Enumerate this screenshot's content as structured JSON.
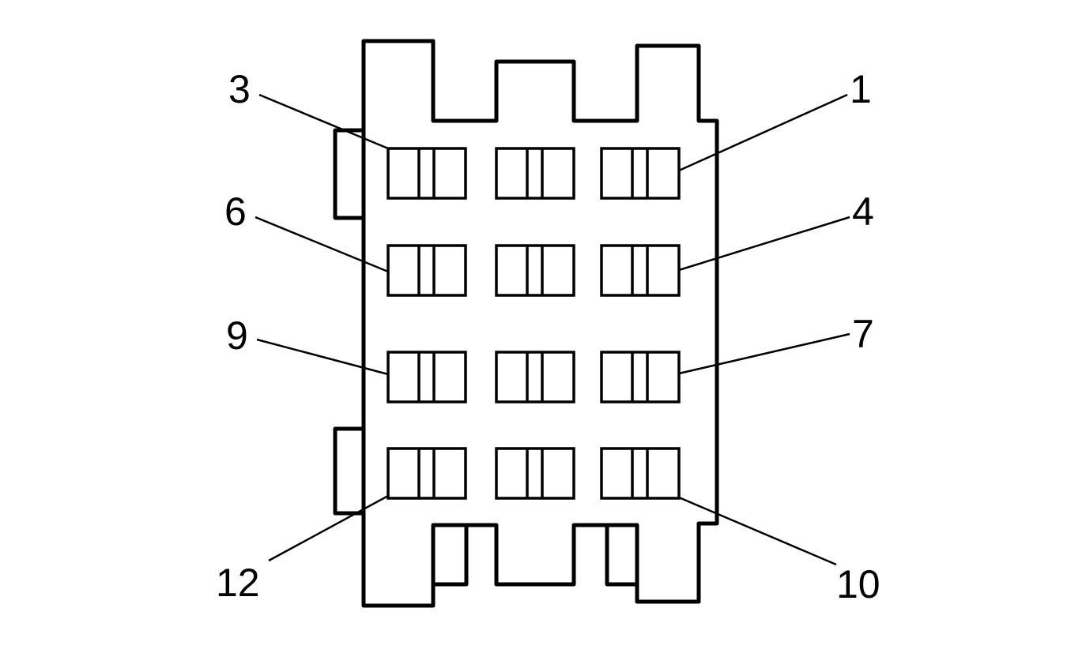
{
  "connector": {
    "pin_labels": [
      {
        "key": "pin-3",
        "text": "3"
      },
      {
        "key": "pin-1",
        "text": "1"
      },
      {
        "key": "pin-6",
        "text": "6"
      },
      {
        "key": "pin-4",
        "text": "4"
      },
      {
        "key": "pin-9",
        "text": "9"
      },
      {
        "key": "pin-7",
        "text": "7"
      },
      {
        "key": "pin-12",
        "text": "12"
      },
      {
        "key": "pin-10",
        "text": "10"
      }
    ]
  },
  "colors": {
    "line": "#000000",
    "background": "#ffffff"
  }
}
